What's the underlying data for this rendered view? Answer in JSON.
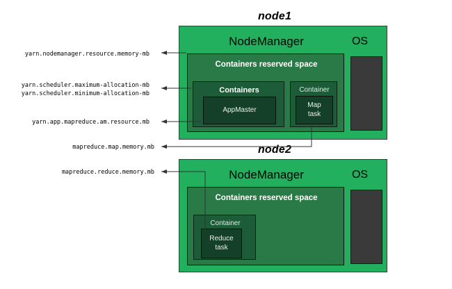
{
  "diagram": {
    "title_alt": "YARN memory configuration properties",
    "colors": {
      "node_green": "#22b05e",
      "reserved_green": "#2a7a47",
      "container_green": "#1c5c38",
      "task_green": "#14402a",
      "os_gray": "#3a3a3a",
      "line": "#333333",
      "background": "#ffffff"
    }
  },
  "nodes": [
    {
      "title": "node1",
      "node_manager_label": "NodeManager",
      "os_label": "OS",
      "reserved_label": "Containers reserved space",
      "containers": [
        {
          "label": "Containers",
          "label_style": "bold",
          "task": "AppMaster"
        },
        {
          "label": "Container",
          "label_style": "regular",
          "task_line1": "Map",
          "task_line2": "task"
        }
      ]
    },
    {
      "title": "node2",
      "node_manager_label": "NodeManager",
      "os_label": "OS",
      "reserved_label": "Containers reserved space",
      "containers": [
        {
          "label": "Container",
          "label_style": "regular",
          "task_line1": "Reduce",
          "task_line2": "task"
        }
      ]
    }
  ],
  "annotations": [
    {
      "id": "nm-resource-memory",
      "text": "yarn.nodemanager.resource.memory-mb"
    },
    {
      "id": "sched-max-allocation",
      "text": "yarn.scheduler.maximum-allocation-mb"
    },
    {
      "id": "sched-min-allocation",
      "text": "yarn.scheduler.minimum-allocation-mb"
    },
    {
      "id": "am-resource",
      "text": "yarn.app.mapreduce.am.resource.mb"
    },
    {
      "id": "map-memory",
      "text": "mapreduce.map.memory.mb"
    },
    {
      "id": "reduce-memory",
      "text": "mapreduce.reduce.memory.mb"
    }
  ]
}
